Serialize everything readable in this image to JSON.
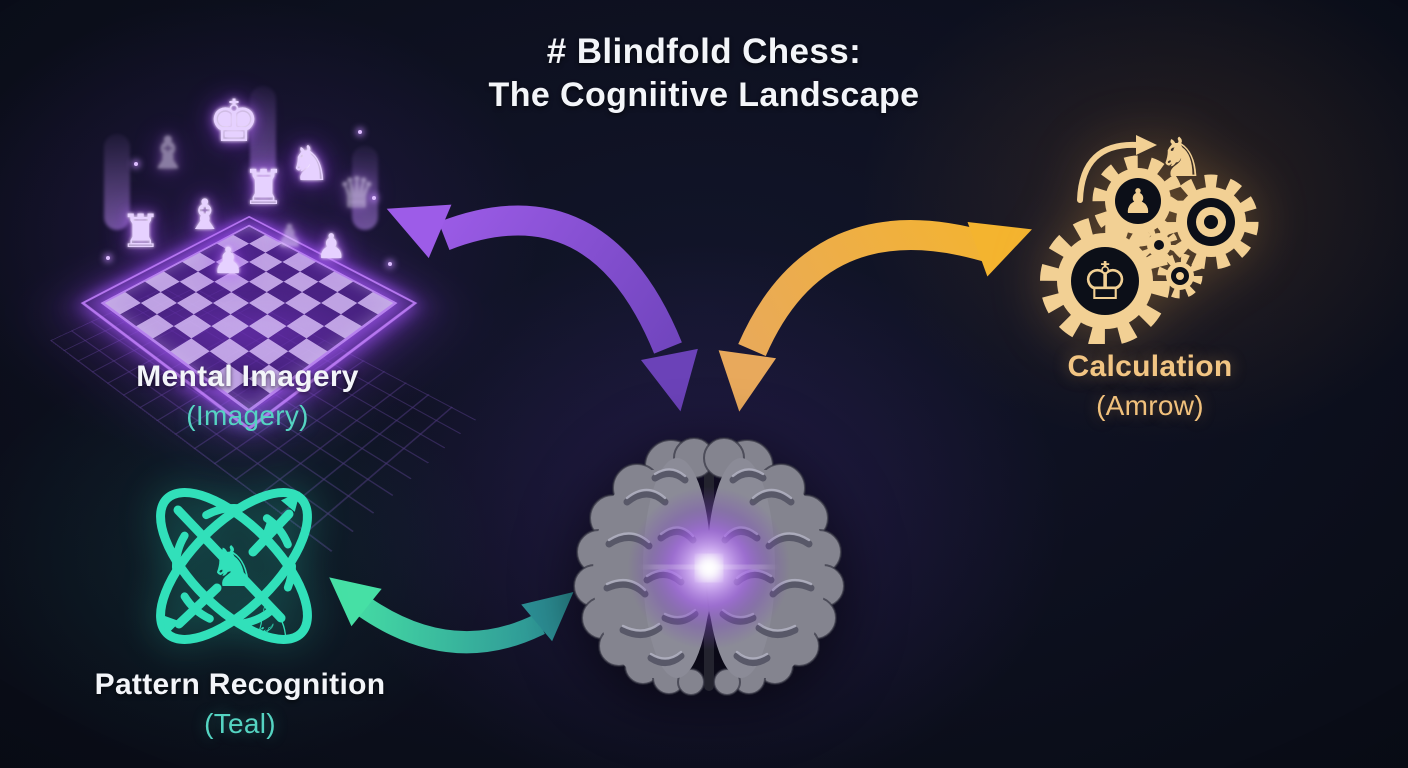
{
  "title": {
    "line1": "# Blindfold Chess:",
    "line2": "The Cogniitive Landscape"
  },
  "nodes": {
    "mental_imagery": {
      "label": "Mental Imagery",
      "sublabel": "(Imagery)",
      "icon": "holographic-chessboard-icon",
      "accent": "#c084fc"
    },
    "calculation": {
      "label": "Calculation",
      "sublabel": "(Amrow)",
      "icon": "chess-gears-icon",
      "accent": "#f2b94a"
    },
    "pattern_recognition": {
      "label": "Pattern Recognition",
      "sublabel": "(Teal)",
      "icon": "celtic-knot-knights-icon",
      "accent": "#2fe0bb"
    },
    "brain": {
      "icon": "brain-icon",
      "accent": "#a855f7"
    }
  },
  "arrows": [
    {
      "name": "imagery-brain-arrow",
      "color": "#8b5cf6",
      "direction": "bidirectional"
    },
    {
      "name": "brain-calculation-arrow",
      "color": "#f0a832",
      "direction": "bidirectional"
    },
    {
      "name": "pattern-brain-arrow",
      "color": "#3ecf9f",
      "direction": "bidirectional"
    }
  ],
  "chess_glyphs": {
    "king": "♚",
    "queen": "♛",
    "rook": "♜",
    "bishop": "♝",
    "knight": "♞",
    "pawn": "♟",
    "king_outline": "♔",
    "knight_outline": "♘"
  },
  "colors": {
    "background": "#0a0d17",
    "purple": "#a855f7",
    "gold": "#f2d094",
    "teal": "#2fe0bb",
    "label_white": "#f3f5f9",
    "label_teal": "#55d4c2",
    "label_gold": "#f2c583"
  }
}
